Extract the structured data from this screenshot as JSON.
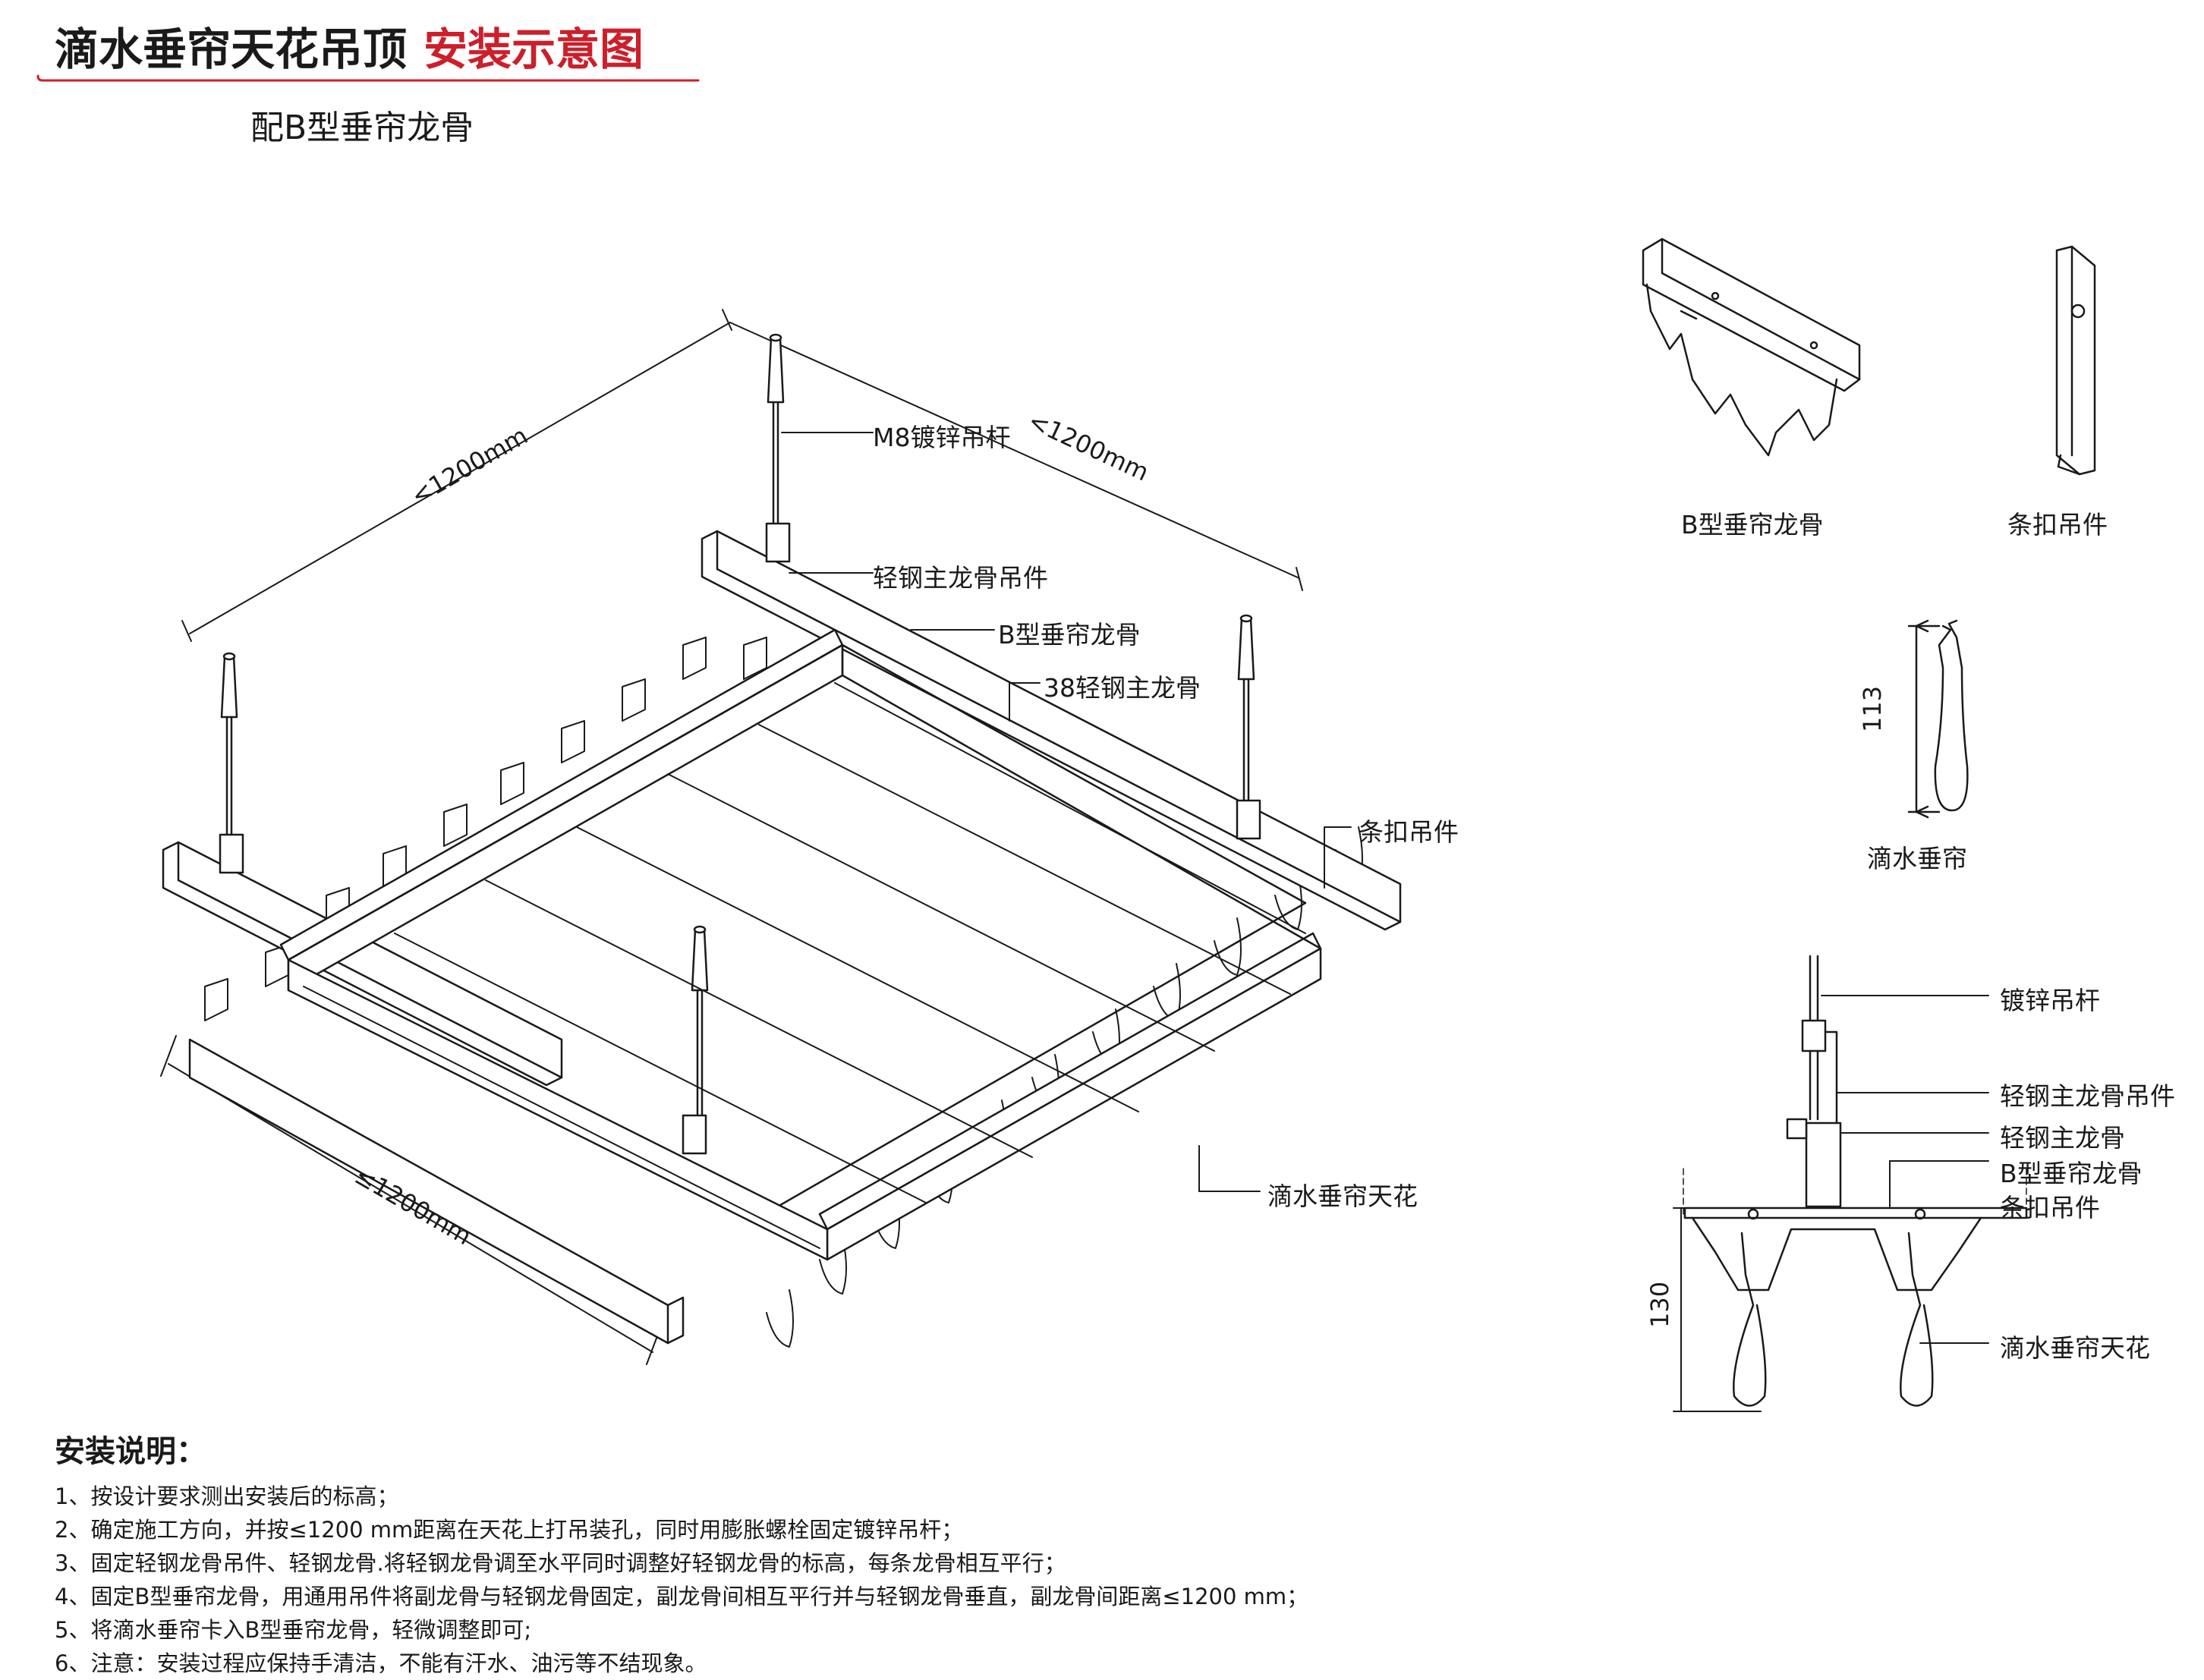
{
  "header": {
    "title_main": "滴水垂帘天花吊顶",
    "title_accent": "安装示意图",
    "subtitle": "配B型垂帘龙骨",
    "accent_color": "#cc1f2a"
  },
  "main_diagram": {
    "labels": {
      "hanger_rod": "M8镀锌吊杆",
      "main_keel_hanger": "轻钢主龙骨吊件",
      "b_keel": "B型垂帘龙骨",
      "main_keel_38": "38轻钢主龙骨",
      "clip_hanger": "条扣吊件",
      "ceiling": "滴水垂帘天花"
    },
    "dimensions": {
      "left_top": "<1200mm",
      "right_top": "<1200mm",
      "bottom": "≤1200mm"
    }
  },
  "parts": {
    "b_keel": "B型垂帘龙骨",
    "clip_hanger": "条扣吊件",
    "drip_curtain": "滴水垂帘",
    "drip_height": "113"
  },
  "section": {
    "labels": {
      "rod": "镀锌吊杆",
      "main_hanger": "轻钢主龙骨吊件",
      "main_keel": "轻钢主龙骨",
      "b_keel": "B型垂帘龙骨",
      "clip": "条扣吊件",
      "ceiling": "滴水垂帘天花"
    },
    "height": "130"
  },
  "notes": {
    "title": "安装说明：",
    "items": [
      "1、按设计要求测出安装后的标高；",
      "2、确定施工方向，并按≤1200 mm距离在天花上打吊装孔，同时用膨胀螺栓固定镀锌吊杆；",
      "3、固定轻钢龙骨吊件、轻钢龙骨.将轻钢龙骨调至水平同时调整好轻钢龙骨的标高，每条龙骨相互平行；",
      "4、固定B型垂帘龙骨，用通用吊件将副龙骨与轻钢龙骨固定，副龙骨间相互平行并与轻钢龙骨垂直，副龙骨间距离≤1200 mm；",
      "5、将滴水垂帘卡入B型垂帘龙骨，轻微调整即可;",
      "6、注意：安装过程应保持手清洁，不能有汗水、油污等不结现象。"
    ]
  }
}
